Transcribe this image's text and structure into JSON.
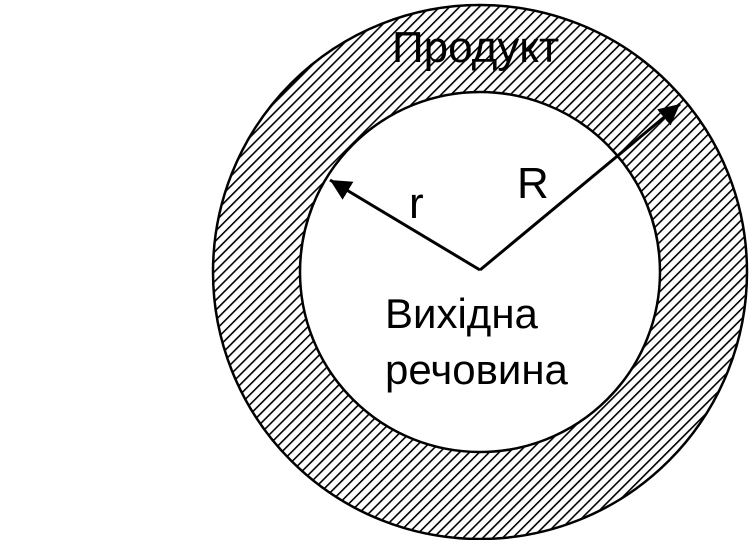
{
  "labels": {
    "product": "Продукт",
    "r": "r",
    "R": "R",
    "source_line1": "Вихідна",
    "source_line2": "речовина"
  },
  "colors": {
    "stroke": "#000000",
    "background": "#ffffff"
  }
}
